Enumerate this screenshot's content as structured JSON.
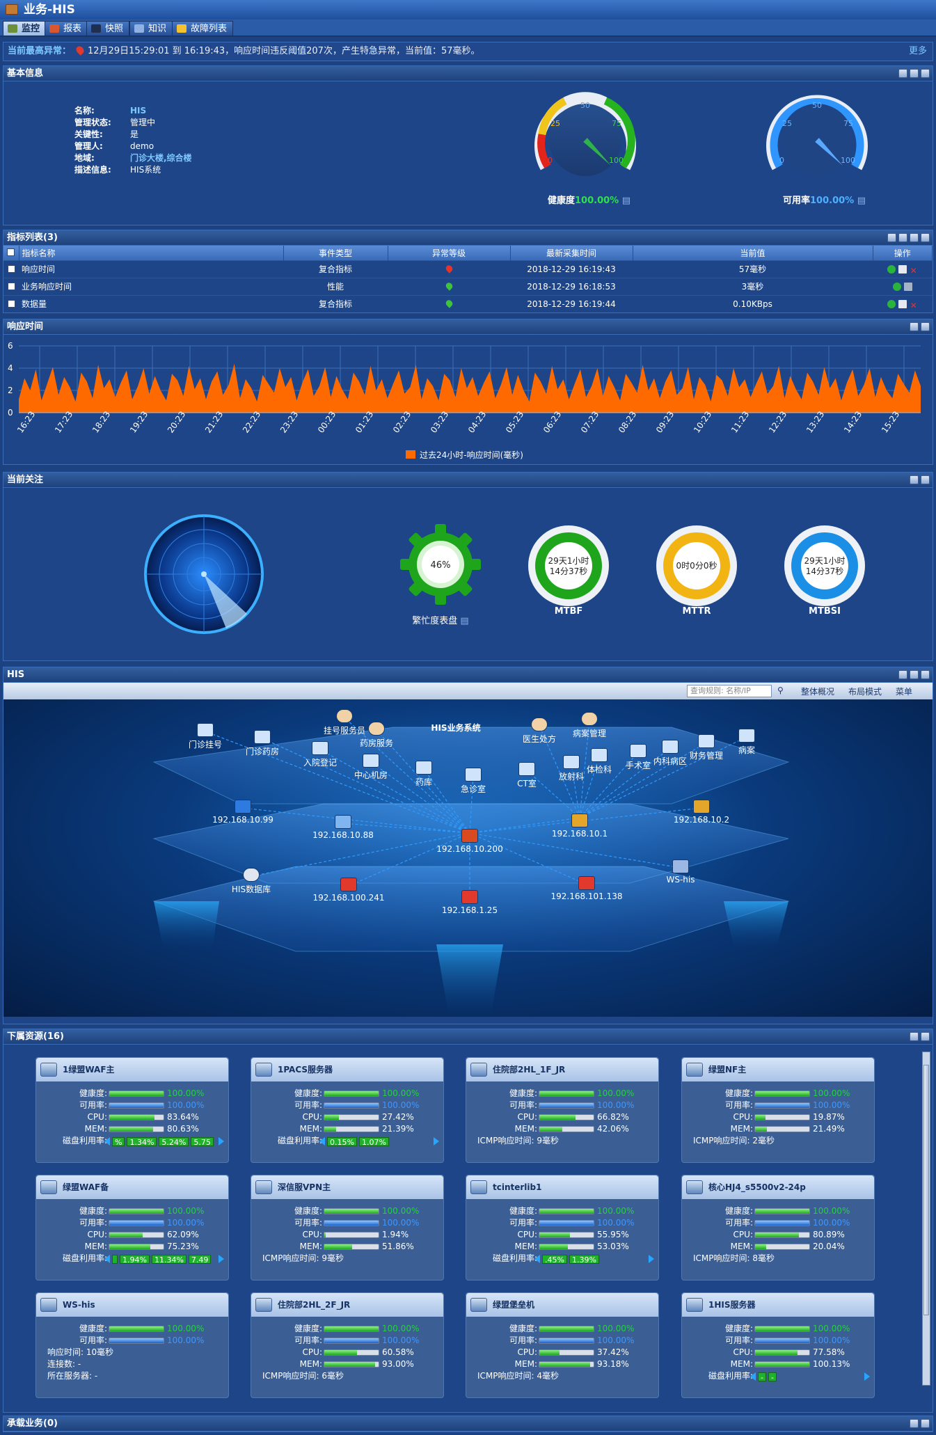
{
  "app_title": "业务-HIS",
  "tabs": [
    {
      "label": "监控",
      "active": true,
      "icon": "monitor-icon"
    },
    {
      "label": "报表",
      "active": false,
      "icon": "report-icon"
    },
    {
      "label": "快照",
      "active": false,
      "icon": "snapshot-icon"
    },
    {
      "label": "知识",
      "active": false,
      "icon": "knowledge-icon"
    },
    {
      "label": "故障列表",
      "active": false,
      "icon": "warning-icon"
    }
  ],
  "alert": {
    "label": "当前最高异常：",
    "text": "12月29日15:29:01 到 16:19:43，响应时间违反阈值207次，产生特急异常，当前值：57毫秒。",
    "more": "更多"
  },
  "basic": {
    "title": "基本信息",
    "fields": [
      {
        "k": "名称:",
        "v": "HIS",
        "link": true
      },
      {
        "k": "管理状态:",
        "v": "管理中",
        "link": false
      },
      {
        "k": "关键性:",
        "v": "是",
        "link": false
      },
      {
        "k": "管理人:",
        "v": "demo",
        "link": false
      },
      {
        "k": "地域:",
        "v": "门诊大楼,综合楼",
        "link": true
      },
      {
        "k": "描述信息:",
        "v": "HIS系统",
        "link": false
      }
    ],
    "health": {
      "label": "健康度",
      "value": "100.00%",
      "ticks": [
        "0",
        "25",
        "50",
        "75",
        "100"
      ],
      "level": 100
    },
    "avail": {
      "label": "可用率",
      "value": "100.00%",
      "ticks": [
        "0",
        "25",
        "50",
        "75",
        "100"
      ],
      "level": 100
    }
  },
  "metrics": {
    "title": "指标列表(3)",
    "columns": [
      "指标名称",
      "事件类型",
      "异常等级",
      "最新采集时间",
      "当前值",
      "操作"
    ],
    "rows": [
      {
        "name": "响应时间",
        "type": "复合指标",
        "sev": "#e8332a",
        "time": "2018-12-29 16:19:43",
        "value": "57毫秒"
      },
      {
        "name": "业务响应时间",
        "type": "性能",
        "sev": "#3ec43a",
        "time": "2018-12-29 16:18:53",
        "value": "3毫秒"
      },
      {
        "name": "数据量",
        "type": "复合指标",
        "sev": "#3ec43a",
        "time": "2018-12-29 16:19:44",
        "value": "0.10KBps"
      }
    ]
  },
  "resp": {
    "title": "响应时间",
    "legend": "过去24小时-响应时间(毫秒)",
    "color": "#ff6a00"
  },
  "chart_data": {
    "type": "area",
    "series": [
      {
        "name": "过去24小时-响应时间(毫秒)",
        "values": [
          1.2,
          3.1,
          2.0,
          3.9,
          1.1,
          2.6,
          4.1,
          1.6,
          3.2,
          2.3,
          1.0,
          3.6,
          2.8,
          1.3,
          4.3,
          2.2,
          3.0,
          1.4,
          2.7,
          3.8,
          1.2,
          2.4,
          4.0,
          1.7,
          3.3,
          2.0,
          1.1,
          3.5,
          2.9,
          1.5,
          4.2,
          2.1,
          3.1,
          1.2,
          2.8,
          3.7,
          1.6,
          2.5,
          4.4,
          1.3,
          3.0,
          2.2,
          1.0,
          3.4,
          2.6,
          1.8,
          4.0,
          2.3,
          3.2,
          1.1,
          2.7,
          3.9,
          1.5,
          2.4,
          4.1,
          1.4,
          3.3,
          2.1,
          1.2,
          3.6,
          2.8,
          1.6,
          4.2,
          2.0,
          3.0,
          1.3,
          2.6,
          3.8,
          1.7,
          2.3,
          4.3,
          1.2,
          3.1,
          2.4,
          1.1,
          3.5,
          2.9,
          1.4,
          4.0,
          2.2,
          3.2,
          1.5,
          2.7,
          3.7,
          1.3,
          2.5,
          4.1,
          1.6,
          3.4,
          2.0,
          1.0,
          3.6,
          2.8,
          1.7,
          4.2,
          2.1,
          3.0,
          1.2,
          2.6,
          3.9,
          1.4,
          2.4,
          4.0,
          1.5,
          3.3,
          2.3,
          1.1,
          3.5,
          2.7,
          1.8,
          4.3,
          2.0,
          3.1,
          1.3,
          2.8,
          3.8,
          1.6,
          2.2,
          4.1,
          1.2,
          3.2,
          2.5,
          1.0,
          3.4,
          2.9,
          1.5,
          4.0,
          2.3,
          3.0,
          1.4,
          2.6,
          3.7,
          1.7,
          2.4,
          4.2,
          1.3,
          3.3,
          2.1,
          1.2,
          3.6,
          2.8,
          1.6,
          4.1,
          2.2,
          3.1,
          1.1,
          2.7,
          3.9,
          1.5,
          2.5,
          4.0,
          1.4,
          3.2,
          2.0,
          1.3,
          3.5,
          2.6,
          1.8,
          3.8,
          2.4
        ]
      }
    ],
    "x": [
      "16:23",
      "17:23",
      "18:23",
      "19:23",
      "20:23",
      "21:23",
      "22:23",
      "23:23",
      "00:23",
      "01:23",
      "02:23",
      "03:23",
      "04:23",
      "05:23",
      "06:23",
      "07:23",
      "08:23",
      "09:23",
      "10:23",
      "11:23",
      "12:23",
      "13:23",
      "14:23",
      "15:23"
    ],
    "yticks": [
      0,
      2,
      4,
      6
    ],
    "ylim": [
      0,
      6
    ],
    "legend_position": "bottom",
    "grid": true
  },
  "attention": {
    "title": "当前关注",
    "busy": {
      "label": "繁忙度表盘",
      "value": "46%"
    },
    "mtbf": {
      "label": "MTBF",
      "line1": "29天1小时",
      "line2": "14分37秒"
    },
    "mttr": {
      "label": "MTTR",
      "line1": "0时0分0秒"
    },
    "mtbsi": {
      "label": "MTBSI",
      "line1": "29天1小时",
      "line2": "14分37秒"
    }
  },
  "topology": {
    "title": "HIS",
    "search_placeholder": "查询规则: 名称/IP",
    "toolbar": [
      "整体概况",
      "布局模式",
      "菜单"
    ],
    "root": "HIS业务系统",
    "nodes": [
      {
        "label": "门诊挂号",
        "kind": "pc"
      },
      {
        "label": "门诊药房",
        "kind": "pc"
      },
      {
        "label": "挂号服务员",
        "kind": "user"
      },
      {
        "label": "药房服务",
        "kind": "user"
      },
      {
        "label": "入院登记",
        "kind": "pc"
      },
      {
        "label": "中心机房",
        "kind": "pc"
      },
      {
        "label": "药库",
        "kind": "pc"
      },
      {
        "label": "急诊室",
        "kind": "pc"
      },
      {
        "label": "CT室",
        "kind": "pc"
      },
      {
        "label": "医生处方",
        "kind": "user"
      },
      {
        "label": "病案管理",
        "kind": "user"
      },
      {
        "label": "放射科",
        "kind": "pc"
      },
      {
        "label": "体检科",
        "kind": "pc"
      },
      {
        "label": "手术室",
        "kind": "pc"
      },
      {
        "label": "内科病区",
        "kind": "pc"
      },
      {
        "label": "财务管理",
        "kind": "pc"
      },
      {
        "label": "病案",
        "kind": "pc"
      },
      {
        "label": "192.168.10.99",
        "kind": "firewall"
      },
      {
        "label": "192.168.10.88",
        "kind": "router"
      },
      {
        "label": "192.168.10.200",
        "kind": "switch"
      },
      {
        "label": "192.168.10.1",
        "kind": "switch2"
      },
      {
        "label": "192.168.10.2",
        "kind": "switch2"
      },
      {
        "label": "HIS数据库",
        "kind": "db"
      },
      {
        "label": "192.168.100.241",
        "kind": "server"
      },
      {
        "label": "192.168.1.25",
        "kind": "server"
      },
      {
        "label": "192.168.101.138",
        "kind": "server"
      },
      {
        "label": "WS-his",
        "kind": "ws"
      }
    ]
  },
  "resources": {
    "title": "下属资源(16)",
    "cards": [
      {
        "name": "1绿盟WAF主",
        "rows": [
          {
            "k": "健康度:",
            "bar": 100,
            "c": "g",
            "v": "100.00%",
            "vc": "g"
          },
          {
            "k": "可用率:",
            "bar": 100,
            "c": "b",
            "v": "100.00%",
            "vc": "b"
          },
          {
            "k": "CPU:",
            "bar": 83.64,
            "c": "g",
            "v": "83.64%"
          },
          {
            "k": "MEM:",
            "bar": 80.63,
            "c": "g",
            "v": "80.63%"
          },
          {
            "k": "磁盘利用率:",
            "disk": [
              "%",
              "1.34%",
              "5.24%",
              "5.75"
            ]
          }
        ]
      },
      {
        "name": "1PACS服务器",
        "rows": [
          {
            "k": "健康度:",
            "bar": 100,
            "c": "g",
            "v": "100.00%",
            "vc": "g"
          },
          {
            "k": "可用率:",
            "bar": 100,
            "c": "b",
            "v": "100.00%",
            "vc": "b"
          },
          {
            "k": "CPU:",
            "bar": 27.42,
            "c": "g",
            "v": "27.42%"
          },
          {
            "k": "MEM:",
            "bar": 21.39,
            "c": "g",
            "v": "21.39%"
          },
          {
            "k": "磁盘利用率:",
            "disk": [
              "0.15%",
              "1.07%"
            ]
          }
        ]
      },
      {
        "name": "住院部2HL_1F_JR",
        "rows": [
          {
            "k": "健康度:",
            "bar": 100,
            "c": "g",
            "v": "100.00%",
            "vc": "g"
          },
          {
            "k": "可用率:",
            "bar": 100,
            "c": "b",
            "v": "100.00%",
            "vc": "b"
          },
          {
            "k": "CPU:",
            "bar": 66.82,
            "c": "g",
            "v": "66.82%"
          },
          {
            "k": "MEM:",
            "bar": 42.06,
            "c": "g",
            "v": "42.06%"
          },
          {
            "text": "ICMP响应时间: 9毫秒"
          }
        ]
      },
      {
        "name": "绿盟NF主",
        "rows": [
          {
            "k": "健康度:",
            "bar": 100,
            "c": "g",
            "v": "100.00%",
            "vc": "g"
          },
          {
            "k": "可用率:",
            "bar": 100,
            "c": "b",
            "v": "100.00%",
            "vc": "b"
          },
          {
            "k": "CPU:",
            "bar": 19.87,
            "c": "g",
            "v": "19.87%"
          },
          {
            "k": "MEM:",
            "bar": 21.49,
            "c": "g",
            "v": "21.49%"
          },
          {
            "text": "ICMP响应时间: 2毫秒"
          }
        ]
      },
      {
        "name": "绿盟WAF备",
        "rows": [
          {
            "k": "健康度:",
            "bar": 100,
            "c": "g",
            "v": "100.00%",
            "vc": "g"
          },
          {
            "k": "可用率:",
            "bar": 100,
            "c": "b",
            "v": "100.00%",
            "vc": "b"
          },
          {
            "k": "CPU:",
            "bar": 62.09,
            "c": "g",
            "v": "62.09%"
          },
          {
            "k": "MEM:",
            "bar": 75.23,
            "c": "g",
            "v": "75.23%"
          },
          {
            "k": "磁盘利用率:",
            "disk": [
              "",
              "1.94%",
              "11.34%",
              "7.49"
            ]
          }
        ]
      },
      {
        "name": "深信服VPN主",
        "rows": [
          {
            "k": "健康度:",
            "bar": 100,
            "c": "g",
            "v": "100.00%",
            "vc": "g"
          },
          {
            "k": "可用率:",
            "bar": 100,
            "c": "b",
            "v": "100.00%",
            "vc": "b"
          },
          {
            "k": "CPU:",
            "bar": 1.94,
            "c": "g",
            "v": "1.94%"
          },
          {
            "k": "MEM:",
            "bar": 51.86,
            "c": "g",
            "v": "51.86%"
          },
          {
            "text": "ICMP响应时间: 9毫秒"
          }
        ]
      },
      {
        "name": "tcinterlib1",
        "rows": [
          {
            "k": "健康度:",
            "bar": 100,
            "c": "g",
            "v": "100.00%",
            "vc": "g"
          },
          {
            "k": "可用率:",
            "bar": 100,
            "c": "b",
            "v": "100.00%",
            "vc": "b"
          },
          {
            "k": "CPU:",
            "bar": 55.95,
            "c": "g",
            "v": "55.95%"
          },
          {
            "k": "MEM:",
            "bar": 53.03,
            "c": "g",
            "v": "53.03%"
          },
          {
            "k": "磁盘利用率:",
            "disk": [
              ".45%",
              "1.39%"
            ]
          }
        ]
      },
      {
        "name": "核心HJ4_s5500v2-24p",
        "rows": [
          {
            "k": "健康度:",
            "bar": 100,
            "c": "g",
            "v": "100.00%",
            "vc": "g"
          },
          {
            "k": "可用率:",
            "bar": 100,
            "c": "b",
            "v": "100.00%",
            "vc": "b"
          },
          {
            "k": "CPU:",
            "bar": 80.89,
            "c": "g",
            "v": "80.89%"
          },
          {
            "k": "MEM:",
            "bar": 20.04,
            "c": "g",
            "v": "20.04%"
          },
          {
            "text": "ICMP响应时间: 8毫秒"
          }
        ]
      },
      {
        "name": "WS-his",
        "rows": [
          {
            "k": "健康度:",
            "bar": 100,
            "c": "g",
            "v": "100.00%",
            "vc": "g"
          },
          {
            "k": "可用率:",
            "bar": 100,
            "c": "b",
            "v": "100.00%",
            "vc": "b"
          },
          {
            "text": "响应时间: 10毫秒"
          },
          {
            "text": "连接数: -"
          },
          {
            "text": "所在服务器: -"
          }
        ]
      },
      {
        "name": "住院部2HL_2F_JR",
        "rows": [
          {
            "k": "健康度:",
            "bar": 100,
            "c": "g",
            "v": "100.00%",
            "vc": "g"
          },
          {
            "k": "可用率:",
            "bar": 100,
            "c": "b",
            "v": "100.00%",
            "vc": "b"
          },
          {
            "k": "CPU:",
            "bar": 60.58,
            "c": "g",
            "v": "60.58%"
          },
          {
            "k": "MEM:",
            "bar": 93.0,
            "c": "g",
            "v": "93.00%"
          },
          {
            "text": "ICMP响应时间: 6毫秒"
          }
        ]
      },
      {
        "name": "绿盟堡垒机",
        "rows": [
          {
            "k": "健康度:",
            "bar": 100,
            "c": "g",
            "v": "100.00%",
            "vc": "g"
          },
          {
            "k": "可用率:",
            "bar": 100,
            "c": "b",
            "v": "100.00%",
            "vc": "b"
          },
          {
            "k": "CPU:",
            "bar": 37.42,
            "c": "g",
            "v": "37.42%"
          },
          {
            "k": "MEM:",
            "bar": 93.18,
            "c": "g",
            "v": "93.18%"
          },
          {
            "text": "ICMP响应时间: 4毫秒"
          }
        ]
      },
      {
        "name": "1HIS服务器",
        "rows": [
          {
            "k": "健康度:",
            "bar": 100,
            "c": "g",
            "v": "100.00%",
            "vc": "g"
          },
          {
            "k": "可用率:",
            "bar": 100,
            "c": "b",
            "v": "100.00%",
            "vc": "b"
          },
          {
            "k": "CPU:",
            "bar": 77.58,
            "c": "g",
            "v": "77.58%"
          },
          {
            "k": "MEM:",
            "bar": 100,
            "c": "g",
            "v": "100.13%"
          },
          {
            "k": "磁盘利用率:",
            "disk": [
              "-",
              "-"
            ]
          }
        ]
      }
    ]
  },
  "business": {
    "title": "承载业务(0)"
  }
}
